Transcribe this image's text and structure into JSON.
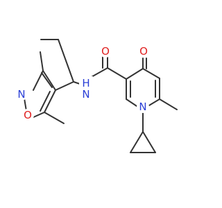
{
  "atoms": [
    {
      "id": "o_carbonyl",
      "label": "O",
      "color": "#e02020"
    },
    {
      "id": "o_ketone",
      "label": "O",
      "color": "#e02020"
    },
    {
      "id": "n_amide",
      "label": "H\nN",
      "color": "#2a3fd6"
    },
    {
      "id": "n_ring",
      "label": "N",
      "color": "#2a3fd6"
    },
    {
      "id": "n_isoxazole",
      "label": "N",
      "color": "#2a3fd6"
    },
    {
      "id": "o_isoxazole",
      "label": "O",
      "color": "#e02020"
    }
  ],
  "bond_color": "#333333"
}
